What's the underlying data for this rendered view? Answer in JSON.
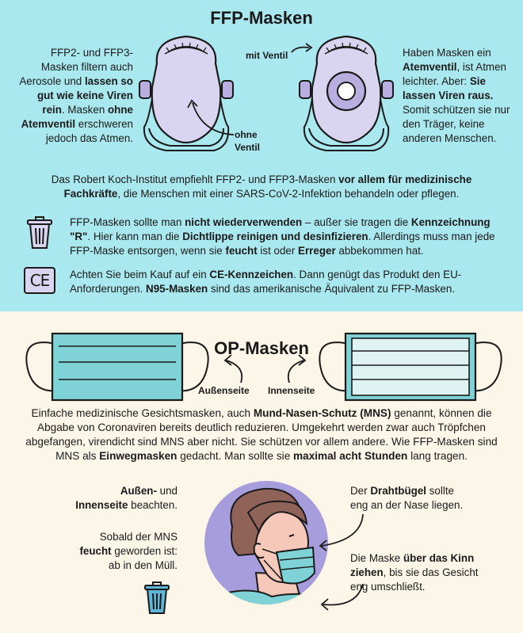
{
  "ffp": {
    "title": "FFP-Masken",
    "left_text": {
      "p1": "FFP2- und FFP3-Masken filtern auch Aerosole und ",
      "b1": "lassen so gut wie keine Viren rein",
      "p2": ". Masken ",
      "b2": "ohne Atemventil",
      "p3": " erschweren jedoch das Atmen."
    },
    "label_with_valve": "mit Ventil",
    "label_without_valve": "ohne\nVentil",
    "right_text": {
      "p1": "Haben Masken ein ",
      "b1": "Atemventil",
      "p2": ", ist Atmen leichter. Aber: ",
      "b2": "Sie lassen Viren raus.",
      "p3": " Somit schützen sie nur den Träger, keine anderen Menschen."
    },
    "rki_text": {
      "p1": "Das Robert Koch-Institut empfiehlt FFP2- und FFP3-Masken ",
      "b1": "vor allem für medizinische Fachkräfte",
      "p2": ", die Menschen mit einer SARS-CoV-2-Infektion behandeln oder pflegen."
    },
    "reuse_text": {
      "p1": "FFP-Masken sollte man ",
      "b1": "nicht wiederverwenden",
      "p2": " – außer sie tragen die ",
      "b2": "Kennzeichnung \"R\"",
      "p3": ". Hier kann man die ",
      "b3": "Dichtlippe reinigen und desinfizieren",
      "p4": ". Allerdings muss man jede FFP-Maske entsorgen, wenn sie ",
      "b4": "feucht",
      "p5": " ist oder ",
      "b5": "Erreger",
      "p6": " abbekommen hat."
    },
    "ce_text": {
      "p1": "Achten Sie beim Kauf auf ein ",
      "b1": "CE-Kennzeichen",
      "p2": ". Dann genügt das Produkt den EU-Anforderungen. ",
      "b2": "N95-Masken",
      "p3": " sind das amerikanische Äquivalent zu FFP-Masken."
    },
    "ce_mark": "CE"
  },
  "op": {
    "title": "OP-Masken",
    "label_outside": "Außenseite",
    "label_inside": "Innenseite",
    "desc": {
      "p1": "Einfache medizinische Gesichtsmasken, auch ",
      "b1": "Mund-Nasen-Schutz (MNS)",
      "p2": " genannt, können die Abgabe von Coronaviren bereits deutlich reduzieren. Umgekehrt werden zwar auch Tröpfchen abgefangen, virendicht sind MNS aber nicht. Sie schützen vor allem andere. Wie FFP-Masken sind MNS als ",
      "b2": "Einwegmasken",
      "p3": " gedacht. Man sollte sie ",
      "b3": "maximal acht Stunden",
      "p4": " lang tragen."
    },
    "tip_sides": {
      "b1": "Außen-",
      "p1": " und ",
      "b2": "Innenseite",
      "p2": " beachten."
    },
    "tip_moist": {
      "p1": "Sobald der MNS ",
      "b1": "feucht",
      "p2": " geworden ist: ab in den Müll."
    },
    "tip_wire": {
      "p1": "Der ",
      "b1": "Drahtbügel",
      "p2": " sollte eng an der Nase liegen."
    },
    "tip_chin": {
      "p1": "Die Maske ",
      "b1": "über das Kinn ziehen",
      "p2": ", bis sie das Gesicht eng umschließt."
    }
  },
  "colors": {
    "ffp_bg": "#a9e8ee",
    "op_bg": "#fbf6e8",
    "mask_fill": "#d9d4ef",
    "valve_fill": "#b8aee0",
    "op_outer": "#7fd3d6",
    "op_inner": "#dff3f3",
    "circle": "#a79ddc",
    "skin": "#f6c8b9",
    "hair": "#8f6358",
    "icon_blue": "#5fb6d6"
  },
  "icons": [
    "trash-icon",
    "ce-mark-icon",
    "arrow-icon"
  ]
}
